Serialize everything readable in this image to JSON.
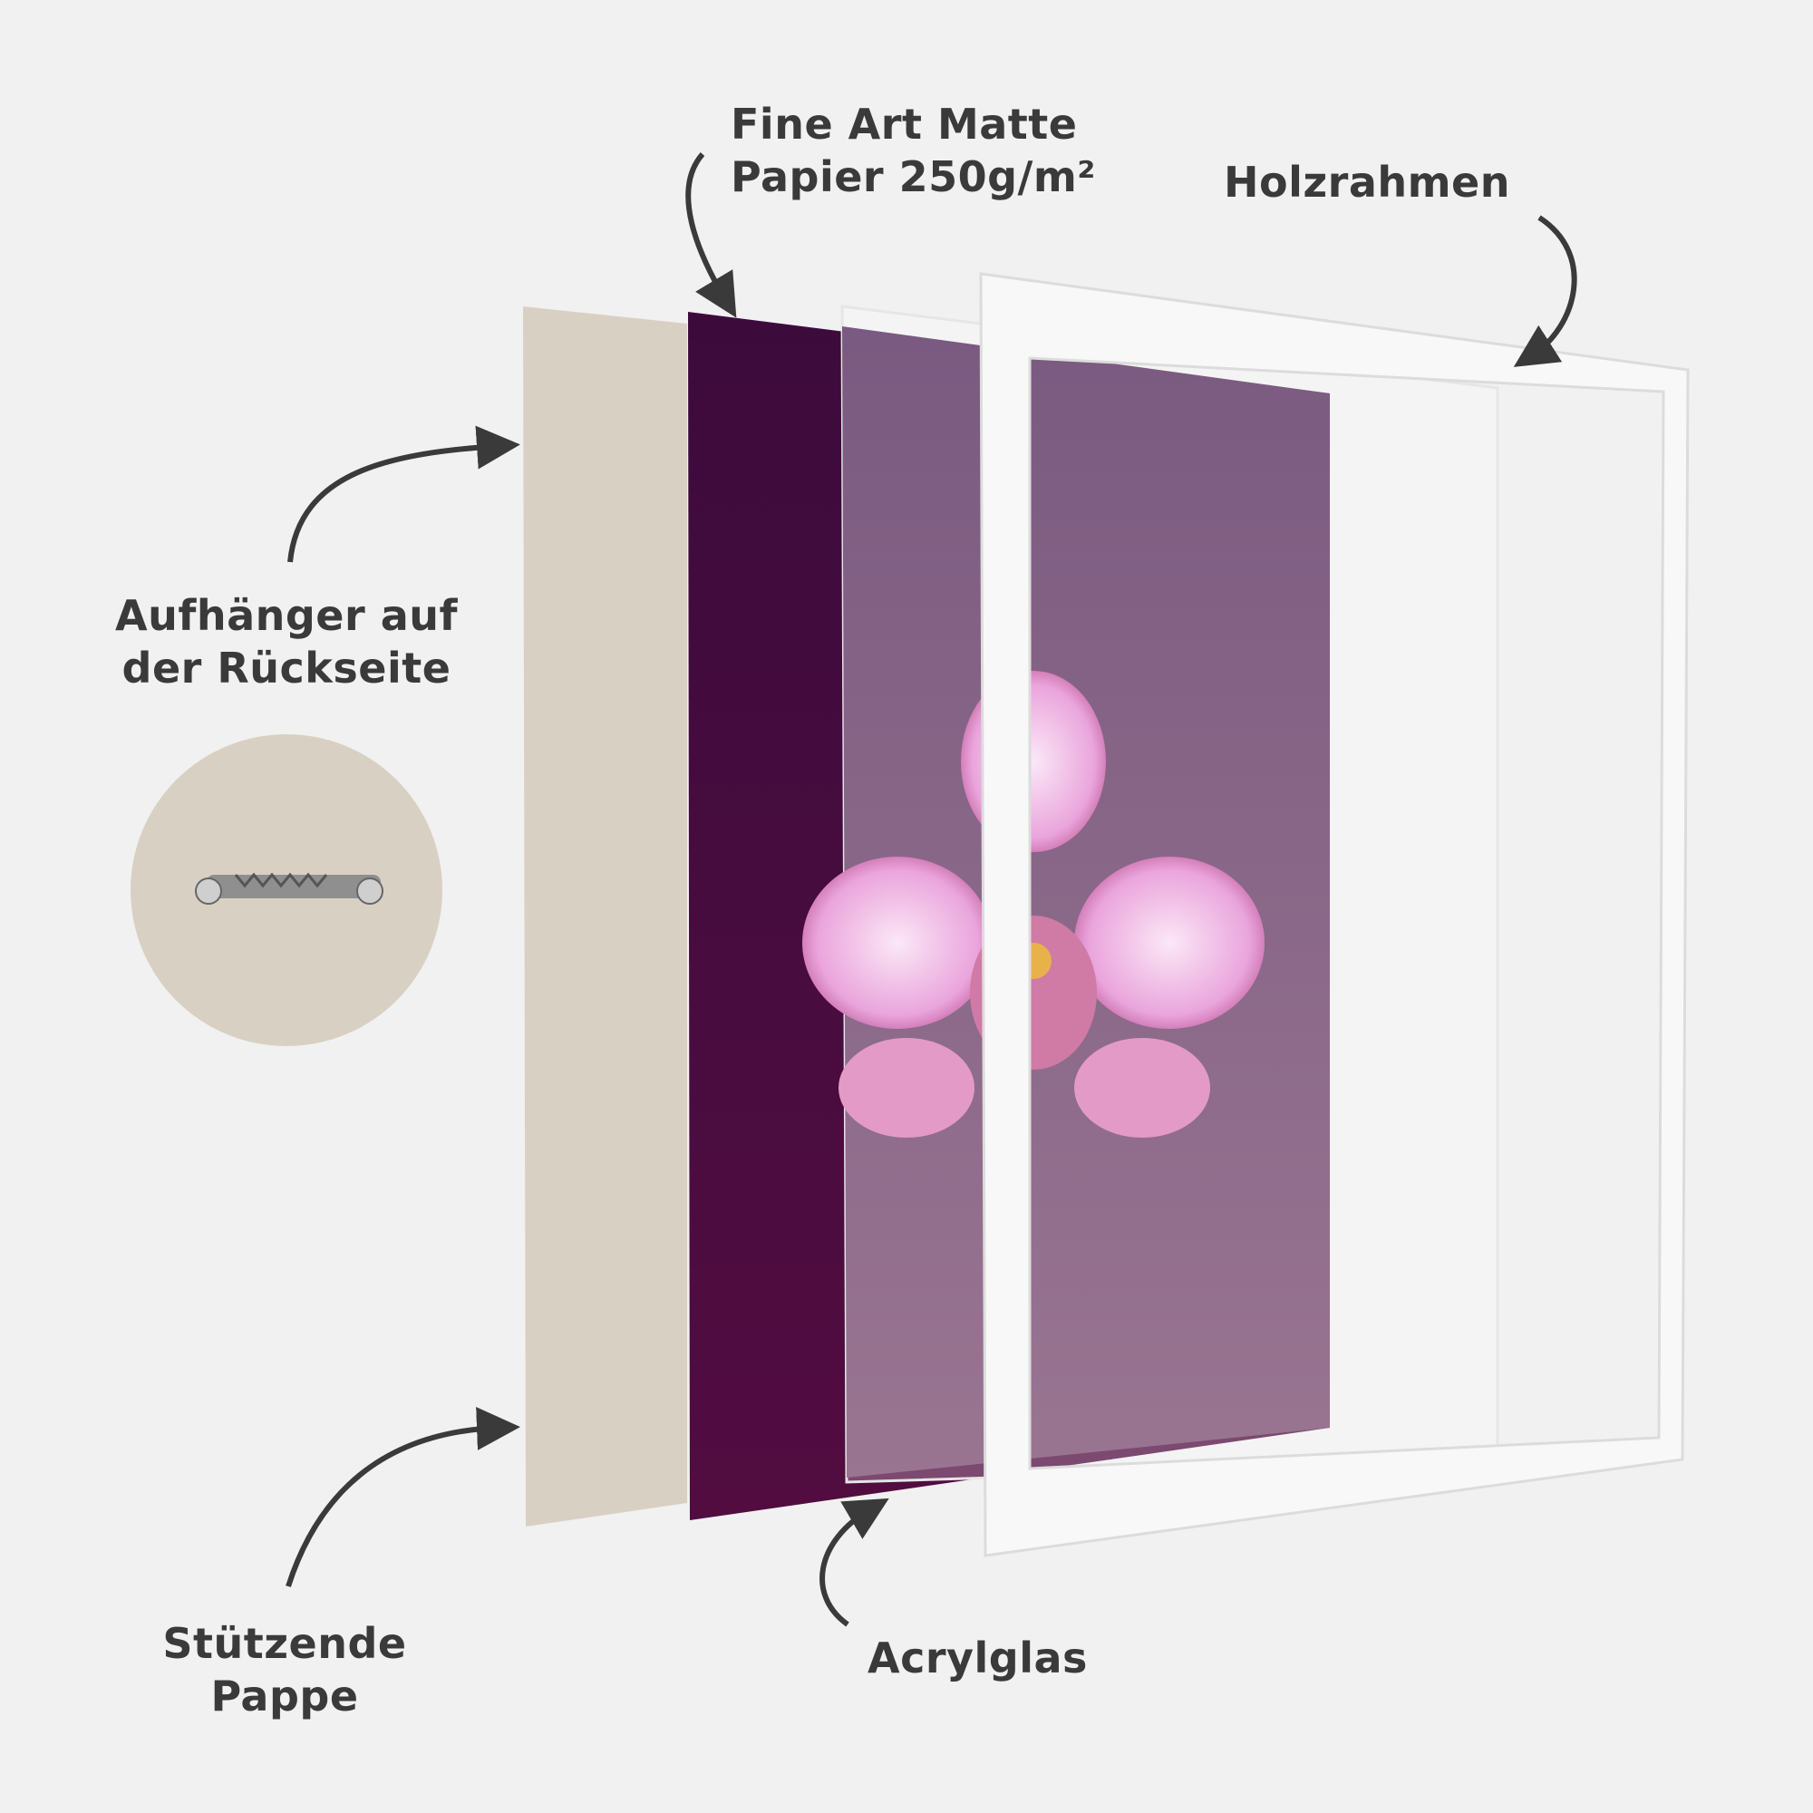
{
  "labels": {
    "paper_line1": "Fine Art Matte",
    "paper_line2": "Papier 250g/m²",
    "frame": "Holzrahmen",
    "hanger_line1": "Aufhänger auf",
    "hanger_line2": "der Rückseite",
    "backing_line1": "Stützende",
    "backing_line2": "Pappe",
    "acrylic": "Acrylglas"
  },
  "colors": {
    "background": "#f1f1f1",
    "cardboard": "#d9d0c4",
    "paper_purple": "#4a0f40",
    "acrylic_tint": "#8a6a8a",
    "frame": "#f7f7f7",
    "text": "#3a3a3a",
    "orchid": "#e9a6dc"
  }
}
